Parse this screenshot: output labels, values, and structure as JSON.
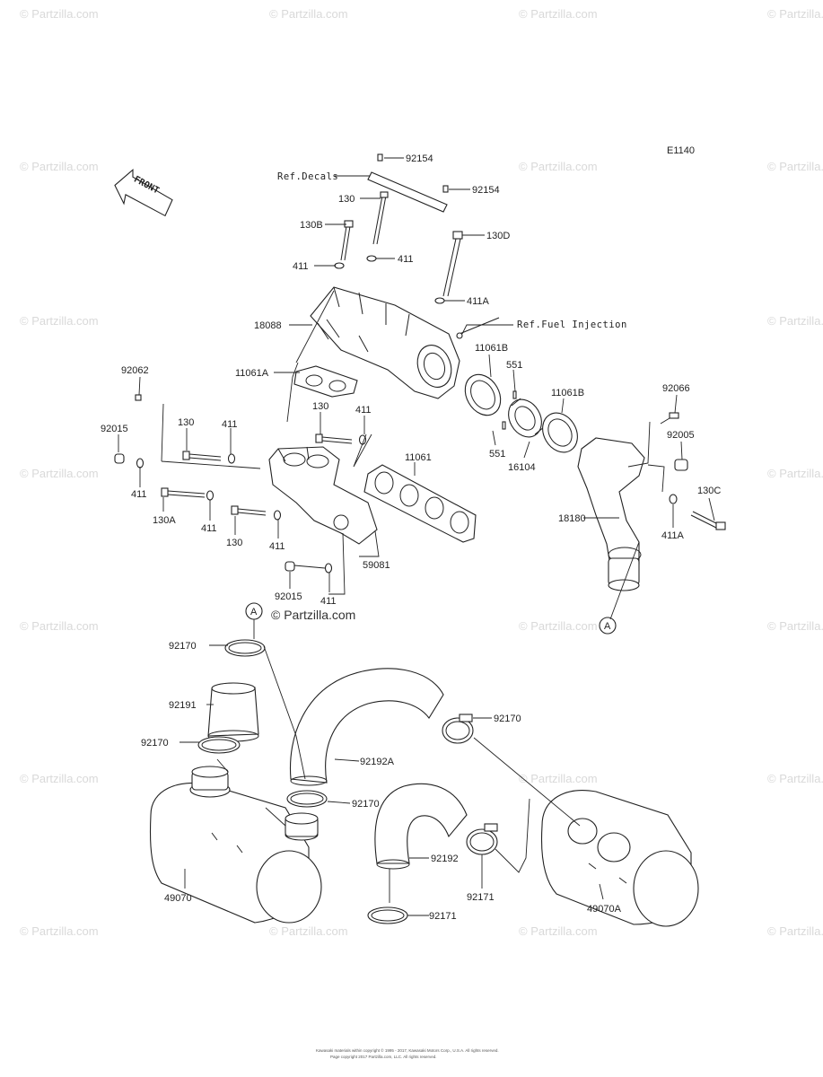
{
  "diagram": {
    "code": "E1140",
    "front_label": "FRONT",
    "center_watermark": "© Partzilla.com",
    "bg_watermark": "© Partzilla.com",
    "footer_line1": "Kawasaki materials within copyright © 1995 - 2017, Kawasaki Motors Corp., U.S.A. All rights reserved.",
    "footer_line2": "Page copyright 2017 Partzilla.com, LLC. All rights reserved.",
    "refs": {
      "decals": "Ref.Decals",
      "fuel": "Ref.Fuel Injection"
    },
    "callout_A": "A",
    "parts": {
      "p92154a": "92154",
      "p92154b": "92154",
      "p130top": "130",
      "p130B": "130B",
      "p130D": "130D",
      "p411a": "411",
      "p411b": "411",
      "p411A": "411A",
      "p18088": "18088",
      "p11061A": "11061A",
      "p11061B1": "11061B",
      "p551a": "551",
      "p11061B2": "11061B",
      "p92066": "92066",
      "p92062": "92062",
      "p130m": "130",
      "p411m": "411",
      "p92015a": "92015",
      "p411l": "411",
      "p411t": "411",
      "p11061": "11061",
      "p551b": "551",
      "p16104": "16104",
      "p92005": "92005",
      "p130C": "130C",
      "p130A": "130A",
      "p411c": "411",
      "p130b": "130",
      "p411d": "411",
      "p59081": "59081",
      "p18180": "18180",
      "p411A2": "411A",
      "p92015b": "92015",
      "p411e": "411",
      "p92170a": "92170",
      "p92191": "92191",
      "p92170b": "92170",
      "p92170c": "92170",
      "p92192A": "92192A",
      "p92170d": "92170",
      "p92192": "92192",
      "p92171a": "92171",
      "p49070": "49070",
      "p92171b": "92171",
      "p49070A": "49070A"
    }
  }
}
